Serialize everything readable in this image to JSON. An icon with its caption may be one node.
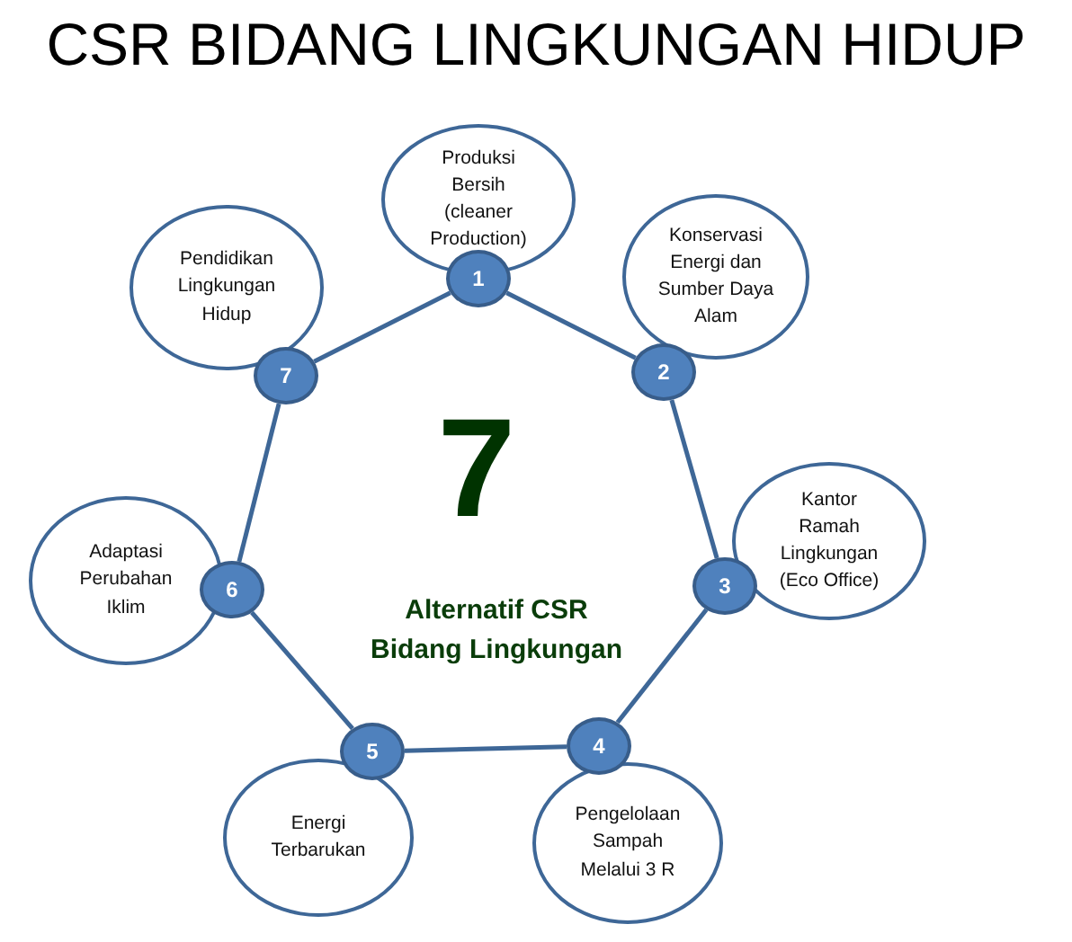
{
  "diagram": {
    "title": "CSR BIDANG LINGKUNGAN HIDUP",
    "nodes": [
      {
        "text": [
          "Produksi Bersih (cleaner Production)"
        ]
      },
      {
        "text": [
          "1"
        ]
      },
      {
        "text": [
          "Pendidikan Lingkungan Hidup"
        ]
      },
      {
        "text": [
          "7"
        ]
      },
      {
        "text": [
          "Konservasi Energi dan Sumber Daya Alam"
        ]
      },
      {
        "text": [
          "2"
        ]
      },
      {
        "text": [
          "Adaptasi Perubahan Iklim"
        ]
      },
      {
        "text": [
          "6"
        ]
      },
      {
        "text": [
          "Kantor Ramah Lingkungan (Eco Office)"
        ]
      },
      {
        "text": [
          "3"
        ]
      },
      {
        "text": [
          "5"
        ]
      },
      {
        "text": [
          "4"
        ]
      },
      {
        "text": [
          "Energi Terbarukan"
        ]
      },
      {
        "text": [
          "Pengelolaan Sampah Melalui 3 R"
        ]
      }
    ],
    "edges": [
      {
        "from": 1,
        "to": 5,
        "arrow": "none"
      },
      {
        "from": 5,
        "to": 9,
        "arrow": "none"
      },
      {
        "from": 9,
        "to": 11,
        "arrow": "none"
      },
      {
        "from": 11,
        "to": 10,
        "arrow": "none"
      },
      {
        "from": 10,
        "to": 7,
        "arrow": "none"
      },
      {
        "from": 7,
        "to": 3,
        "arrow": "none"
      },
      {
        "from": 3,
        "to": 1,
        "arrow": "none"
      }
    ],
    "labels": [
      "7",
      "Alternatif CSR Bidang Lingkungan"
    ]
  }
}
